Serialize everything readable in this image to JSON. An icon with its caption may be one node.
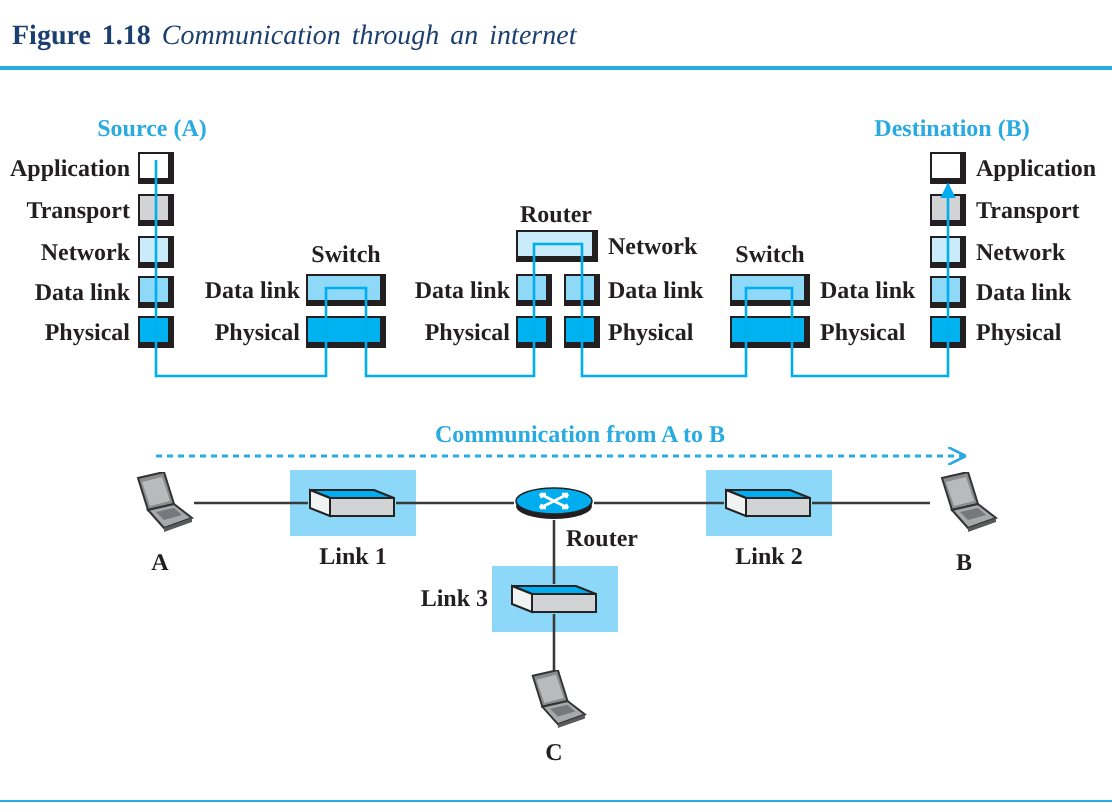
{
  "diagram": {
    "title": "**Figure 1.18** *Communication through an internet*",
    "nodes": [
      {
        "text": [],
        "shape": "box",
        "beside": [
          "Application"
        ]
      },
      {
        "text": [],
        "shape": "box",
        "beside": [
          "Transport"
        ]
      },
      {
        "text": [],
        "shape": "box",
        "beside": [
          "Network"
        ]
      },
      {
        "text": [],
        "shape": "box",
        "beside": [
          "Data link"
        ]
      },
      {
        "text": [],
        "shape": "box",
        "beside": [
          "Physical"
        ]
      },
      {
        "text": [],
        "shape": "box",
        "beside": [
          "Data link"
        ]
      },
      {
        "text": [],
        "shape": "box",
        "beside": [
          "Physical"
        ]
      },
      {
        "text": [],
        "shape": "box",
        "beside": [
          "Network"
        ]
      },
      {
        "text": [],
        "shape": "box",
        "beside": [
          "Data link"
        ]
      },
      {
        "text": [],
        "shape": "box",
        "beside": [
          "Physical"
        ]
      },
      {
        "text": [],
        "shape": "box",
        "beside": [
          "Data link"
        ]
      },
      {
        "text": [],
        "shape": "box",
        "beside": [
          "Physical"
        ]
      },
      {
        "text": [],
        "shape": "box",
        "beside": [
          "Data link"
        ]
      },
      {
        "text": [],
        "shape": "box",
        "beside": [
          "Physical"
        ]
      },
      {
        "text": [],
        "shape": "box",
        "beside": [
          "Application"
        ]
      },
      {
        "text": [],
        "shape": "box",
        "beside": [
          "Transport"
        ]
      },
      {
        "text": [],
        "shape": "box",
        "beside": [
          "Network"
        ]
      },
      {
        "text": [],
        "shape": "box",
        "beside": [
          "Data link"
        ]
      },
      {
        "text": [],
        "shape": "box",
        "beside": [
          "Physical"
        ]
      },
      {
        "text": [],
        "shape": "laptop",
        "beside": [
          "A"
        ]
      },
      {
        "text": [
          "Link 1"
        ]
      },
      {
        "text": [],
        "shape": "switch",
        "in": 20
      },
      {
        "text": [],
        "shape": "router",
        "beside": [
          "Router"
        ]
      },
      {
        "text": [
          "Link 2"
        ]
      },
      {
        "text": [],
        "shape": "switch",
        "in": 23
      },
      {
        "text": [],
        "shape": "laptop",
        "beside": [
          "B"
        ]
      },
      {
        "text": [
          "Link 3"
        ]
      },
      {
        "text": [],
        "shape": "switch",
        "in": 26
      },
      {
        "text": [],
        "shape": "laptop",
        "beside": [
          "C"
        ]
      }
    ],
    "edges": [
      {
        "from": 0,
        "to": 1,
        "arrow": "none"
      },
      {
        "from": 1,
        "to": 2,
        "arrow": "none"
      },
      {
        "from": 2,
        "to": 3,
        "arrow": "none"
      },
      {
        "from": 3,
        "to": 4,
        "arrow": "none"
      },
      {
        "from": 4,
        "to": 6,
        "arrow": "none"
      },
      {
        "from": 6,
        "to": 5,
        "arrow": "none"
      },
      {
        "from": 5,
        "to": 6,
        "arrow": "none"
      },
      {
        "from": 6,
        "to": 9,
        "arrow": "none"
      },
      {
        "from": 9,
        "to": 8,
        "arrow": "none"
      },
      {
        "from": 8,
        "to": 7,
        "arrow": "none"
      },
      {
        "from": 7,
        "to": 10,
        "arrow": "none"
      },
      {
        "from": 10,
        "to": 11,
        "arrow": "none"
      },
      {
        "from": 11,
        "to": 13,
        "arrow": "none"
      },
      {
        "from": 13,
        "to": 12,
        "arrow": "none"
      },
      {
        "from": 12,
        "to": 13,
        "arrow": "none"
      },
      {
        "from": 13,
        "to": 18,
        "arrow": "none"
      },
      {
        "from": 18,
        "to": 17,
        "arrow": "none"
      },
      {
        "from": 17,
        "to": 16,
        "arrow": "none"
      },
      {
        "from": 16,
        "to": 15,
        "arrow": "none"
      },
      {
        "from": 15,
        "to": 14,
        "arrow": "to"
      },
      {
        "from": 19,
        "to": 21,
        "arrow": "none",
        "color": "#3a3a3a"
      },
      {
        "from": 21,
        "to": 22,
        "arrow": "none",
        "color": "#3a3a3a"
      },
      {
        "from": 22,
        "to": 24,
        "arrow": "none",
        "color": "#3a3a3a"
      },
      {
        "from": 24,
        "to": 25,
        "arrow": "none",
        "color": "#3a3a3a"
      },
      {
        "from": 22,
        "to": 27,
        "arrow": "none",
        "color": "#3a3a3a"
      },
      {
        "from": 27,
        "to": 28,
        "arrow": "none",
        "color": "#3a3a3a"
      }
    ],
    "labels": [
      "Source (A)",
      "Destination (B)",
      "Router",
      "Switch",
      "Switch",
      "Communication from A to B"
    ]
  }
}
